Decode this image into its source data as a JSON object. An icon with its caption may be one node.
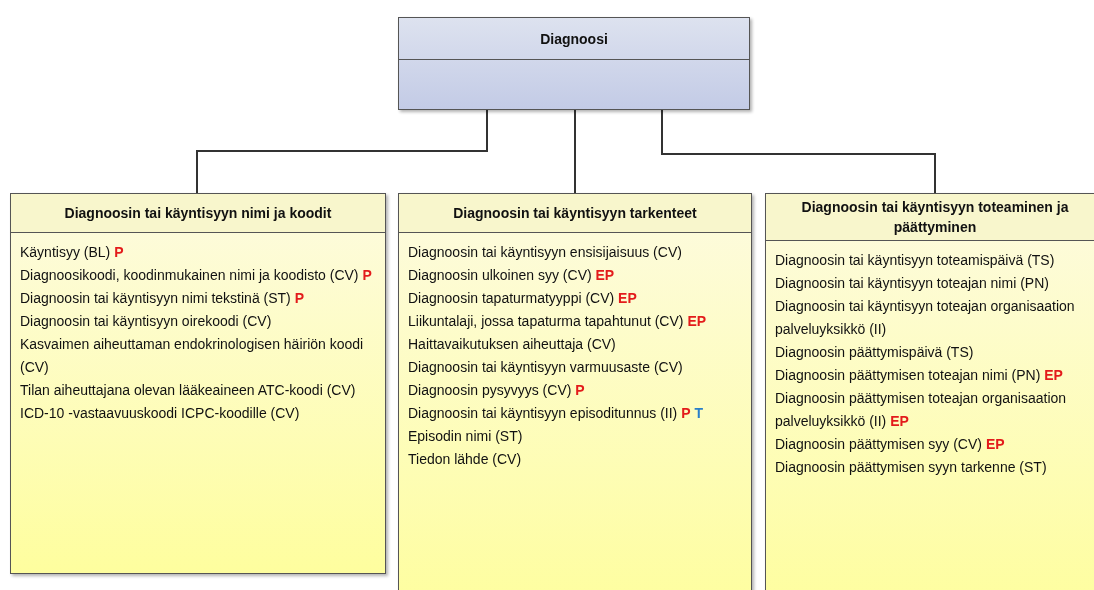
{
  "diagram": {
    "nodes": [
      {
        "text": [
          "Diagnoosi"
        ]
      },
      {
        "text": [
          "Diagnoosin tai käyntisyyn nimi ja koodit",
          "Käyntisyy (BL) **P**",
          "Diagnoosikoodi, koodinmukainen nimi ja koodisto (CV) **P**",
          "Diagnoosin tai käyntisyyn nimi tekstinä (ST) **P**",
          "Diagnoosin tai käyntisyyn oirekoodi (CV)",
          "Kasvaimen aiheuttaman endokrinologisen häiriön koodi (CV)",
          "Tilan aiheuttajana olevan lääkeaineen ATC-koodi (CV)",
          "ICD-10 -vastaavuuskoodi ICPC-koodille (CV)"
        ]
      },
      {
        "text": [
          "Diagnoosin tai käyntisyyn tarkenteet",
          "Diagnoosin tai käyntisyyn ensisijaisuus (CV)",
          "Diagnoosin ulkoinen syy (CV) **EP**",
          "Diagnoosin tapaturmatyyppi (CV) **EP**",
          "Liikuntalaji, jossa tapaturma tapahtunut (CV) **EP**",
          "Haittavaikutuksen aiheuttaja (CV)",
          "Diagnoosin tai käyntisyyn varmuusaste (CV)",
          "Diagnoosin pysyvyys (CV) **P**",
          "Diagnoosin tai käyntisyyn episoditunnus (II) **P** *T*",
          "Episodin nimi (ST)",
          "Tiedon lähde (CV)"
        ]
      },
      {
        "text": [
          "Diagnoosin tai käyntisyyn toteaminen ja päättyminen",
          "Diagnoosin tai käyntisyyn toteamispäivä (TS)",
          "Diagnoosin tai käyntisyyn toteajan nimi (PN)",
          "Diagnoosin tai käyntisyyn toteajan organisaation palveluyksikkö (II)",
          "Diagnoosin päättymispäivä (TS)",
          "Diagnoosin päättymisen toteajan nimi (PN) **EP**",
          "Diagnoosin päättymisen toteajan organisaation palveluyksikkö (II) **EP**",
          "Diagnoosin päättymisen syy (CV) **EP**",
          "Diagnoosin päättymisen syyn tarkenne (ST)"
        ]
      }
    ],
    "edges": [
      {
        "from": 0,
        "to": 1,
        "arrow": "none"
      },
      {
        "from": 0,
        "to": 2,
        "arrow": "none"
      },
      {
        "from": 0,
        "to": 3,
        "arrow": "none"
      }
    ]
  }
}
